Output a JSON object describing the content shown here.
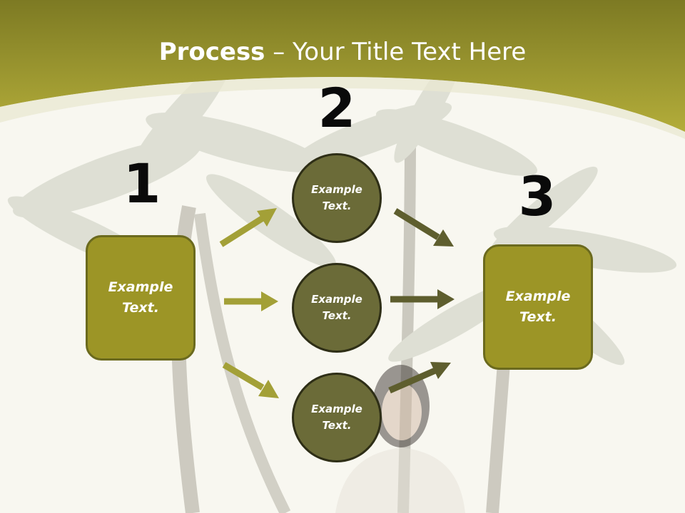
{
  "title": {
    "bold": "Process",
    "rest": " – Your Title Text Here"
  },
  "steps": {
    "n1": "1",
    "n2": "2",
    "n3": "3"
  },
  "left_box": {
    "text": "Example\nText."
  },
  "right_box": {
    "text": "Example\nText."
  },
  "circles": [
    {
      "text": "Example\nText."
    },
    {
      "text": "Example\nText."
    },
    {
      "text": "Example\nText."
    }
  ],
  "colors": {
    "header": "#a3a02f",
    "box": "#9c9526",
    "circle": "#6b6b38",
    "arrow_in": "#a3a037",
    "arrow_out": "#5e5e2e"
  }
}
